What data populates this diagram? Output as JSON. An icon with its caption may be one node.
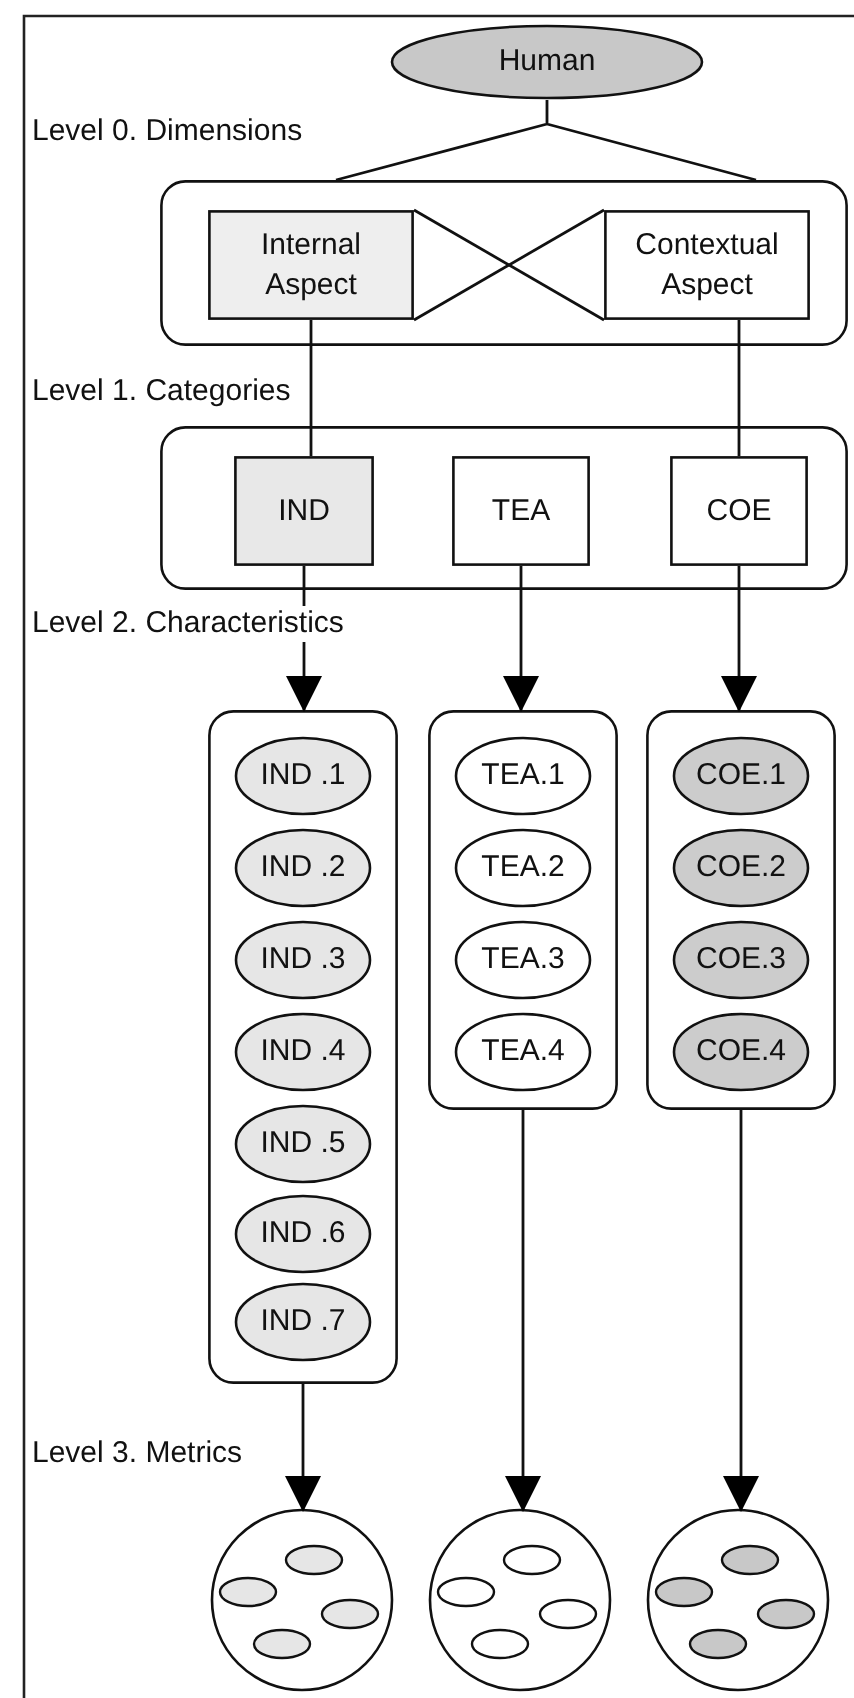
{
  "diagram": {
    "nodes": [
      {
        "text": [
          "Human"
        ]
      },
      {
        "text": [],
        "shape": "box"
      },
      {
        "text": [
          "Internal Aspect"
        ],
        "in": 1
      },
      {
        "text": [
          "Contextual Aspect"
        ],
        "in": 1
      },
      {
        "text": [],
        "shape": "box"
      },
      {
        "text": [
          "IND"
        ],
        "in": 4
      },
      {
        "text": [
          "TEA"
        ],
        "in": 4
      },
      {
        "text": [
          "COE"
        ],
        "in": 4
      },
      {
        "text": [],
        "shape": "box"
      },
      {
        "text": [
          "IND .1"
        ],
        "in": 8
      },
      {
        "text": [
          "IND .2"
        ],
        "in": 8
      },
      {
        "text": [
          "IND .3"
        ],
        "in": 8
      },
      {
        "text": [
          "IND .4"
        ],
        "in": 8
      },
      {
        "text": [
          "IND .5"
        ],
        "in": 8
      },
      {
        "text": [
          "IND .6"
        ],
        "in": 8
      },
      {
        "text": [
          "IND .7"
        ],
        "in": 8
      },
      {
        "text": [],
        "shape": "box"
      },
      {
        "text": [
          "TEA.1"
        ],
        "in": 16
      },
      {
        "text": [
          "TEA.2"
        ],
        "in": 16
      },
      {
        "text": [
          "TEA.3"
        ],
        "in": 16
      },
      {
        "text": [
          "TEA.4"
        ],
        "in": 16
      },
      {
        "text": [],
        "shape": "box"
      },
      {
        "text": [
          "COE.1"
        ],
        "in": 21
      },
      {
        "text": [
          "COE.2"
        ],
        "in": 21
      },
      {
        "text": [
          "COE.3"
        ],
        "in": 21
      },
      {
        "text": [
          "COE.4"
        ],
        "in": 21
      },
      {
        "text": [],
        "shape": "circle"
      },
      {
        "text": [],
        "shape": "circle"
      },
      {
        "text": [],
        "shape": "circle"
      }
    ],
    "edges": [
      {
        "from": 0,
        "to": 1,
        "arrow": "none"
      },
      {
        "from": 2,
        "to": 3,
        "arrow": "none"
      },
      {
        "from": 2,
        "to": 3,
        "arrow": "none"
      },
      {
        "from": 2,
        "to": 5,
        "arrow": "none"
      },
      {
        "from": 3,
        "to": 7,
        "arrow": "none"
      },
      {
        "from": 5,
        "to": 8,
        "arrow": "to"
      },
      {
        "from": 6,
        "to": 16,
        "arrow": "to"
      },
      {
        "from": 7,
        "to": 21,
        "arrow": "to"
      },
      {
        "from": 8,
        "to": 26,
        "arrow": "to"
      },
      {
        "from": 16,
        "to": 27,
        "arrow": "to"
      },
      {
        "from": 21,
        "to": 28,
        "arrow": "to"
      }
    ],
    "labels": [
      "Level 0. Dimensions",
      "Level 1. Categories",
      "Level 2. Characteristics",
      "Level 3. Metrics"
    ]
  }
}
